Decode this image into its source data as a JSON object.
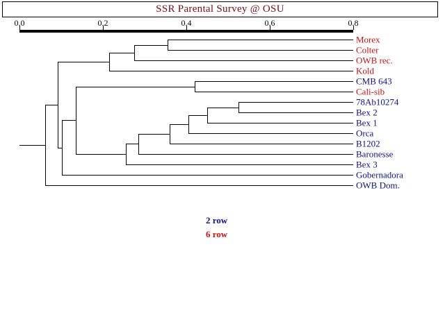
{
  "title": "SSR Parental Survey @ OSU",
  "colors": {
    "title": "#7a0a14",
    "six_row": "#cc1111",
    "two_row": "#111188",
    "line": "#000000",
    "background": "#ffffff"
  },
  "axis": {
    "ticks": [
      "0.0",
      "0.2",
      "0.4",
      "0.6",
      "0.8"
    ],
    "values": [
      0.0,
      0.2,
      0.4,
      0.6,
      0.8
    ],
    "min": 0.0,
    "max": 0.8
  },
  "legend": {
    "items": [
      {
        "label": "2 row",
        "color": "#111188"
      },
      {
        "label": "6 row",
        "color": "#cc1111"
      }
    ]
  },
  "chart_data": {
    "type": "dendrogram",
    "title": "SSR Parental Survey @ OSU",
    "xlabel": "",
    "ylabel": "",
    "xlim": [
      0.0,
      0.8
    ],
    "grid": false,
    "legend_position": "bottom-center",
    "orientation": "horizontal-right-leaves",
    "leaves": [
      {
        "name": "Morex",
        "row_type": "6 row",
        "color": "#cc1111",
        "index": 0
      },
      {
        "name": "Colter",
        "row_type": "6 row",
        "color": "#cc1111",
        "index": 1
      },
      {
        "name": "OWB rec.",
        "row_type": "6 row",
        "color": "#cc1111",
        "index": 2
      },
      {
        "name": "Kold",
        "row_type": "6 row",
        "color": "#cc1111",
        "index": 3
      },
      {
        "name": "CMB 643",
        "row_type": "2 row",
        "color": "#111188",
        "index": 4
      },
      {
        "name": "Cali-sib",
        "row_type": "6 row",
        "color": "#cc1111",
        "index": 5
      },
      {
        "name": "78Ab10274",
        "row_type": "2 row",
        "color": "#111188",
        "index": 6
      },
      {
        "name": "Bex 2",
        "row_type": "2 row",
        "color": "#111188",
        "index": 7
      },
      {
        "name": "Bex 1",
        "row_type": "2 row",
        "color": "#111188",
        "index": 8
      },
      {
        "name": "Orca",
        "row_type": "2 row",
        "color": "#111188",
        "index": 9
      },
      {
        "name": "B1202",
        "row_type": "2 row",
        "color": "#111188",
        "index": 10
      },
      {
        "name": "Baronesse",
        "row_type": "2 row",
        "color": "#111188",
        "index": 11
      },
      {
        "name": "Bex 3",
        "row_type": "2 row",
        "color": "#111188",
        "index": 12
      },
      {
        "name": "Gobernadora",
        "row_type": "2 row",
        "color": "#111188",
        "index": 13
      },
      {
        "name": "OWB Dom.",
        "row_type": "2 row",
        "color": "#111188",
        "index": 14
      }
    ],
    "merges": [
      {
        "id": "n1",
        "children": [
          "Morex",
          "Colter"
        ],
        "distance": 0.355
      },
      {
        "id": "n2",
        "children": [
          "n1",
          "OWB rec."
        ],
        "distance": 0.275
      },
      {
        "id": "n3",
        "children": [
          "n2",
          "Kold"
        ],
        "distance": 0.215
      },
      {
        "id": "n4",
        "children": [
          "CMB 643",
          "Cali-sib"
        ],
        "distance": 0.42
      },
      {
        "id": "n5",
        "children": [
          "78Ab10274",
          "Bex 2"
        ],
        "distance": 0.525
      },
      {
        "id": "n6",
        "children": [
          "n5",
          "Bex 1"
        ],
        "distance": 0.45
      },
      {
        "id": "n7",
        "children": [
          "n6",
          "Orca"
        ],
        "distance": 0.405
      },
      {
        "id": "n8",
        "children": [
          "n7",
          "B1202"
        ],
        "distance": 0.36
      },
      {
        "id": "n9",
        "children": [
          "n8",
          "Baronesse"
        ],
        "distance": 0.285
      },
      {
        "id": "n10",
        "children": [
          "n9",
          "Bex 3"
        ],
        "distance": 0.255
      },
      {
        "id": "n11",
        "children": [
          "n4",
          "n10"
        ],
        "distance": 0.135
      },
      {
        "id": "n12",
        "children": [
          "n11",
          "Gobernadora"
        ],
        "distance": 0.102
      },
      {
        "id": "n13",
        "children": [
          "n3",
          "n12"
        ],
        "distance": 0.092
      },
      {
        "id": "n14",
        "children": [
          "n13",
          "OWB Dom."
        ],
        "distance": 0.062
      }
    ],
    "root": "n14",
    "root_stub_start": 0.0
  }
}
